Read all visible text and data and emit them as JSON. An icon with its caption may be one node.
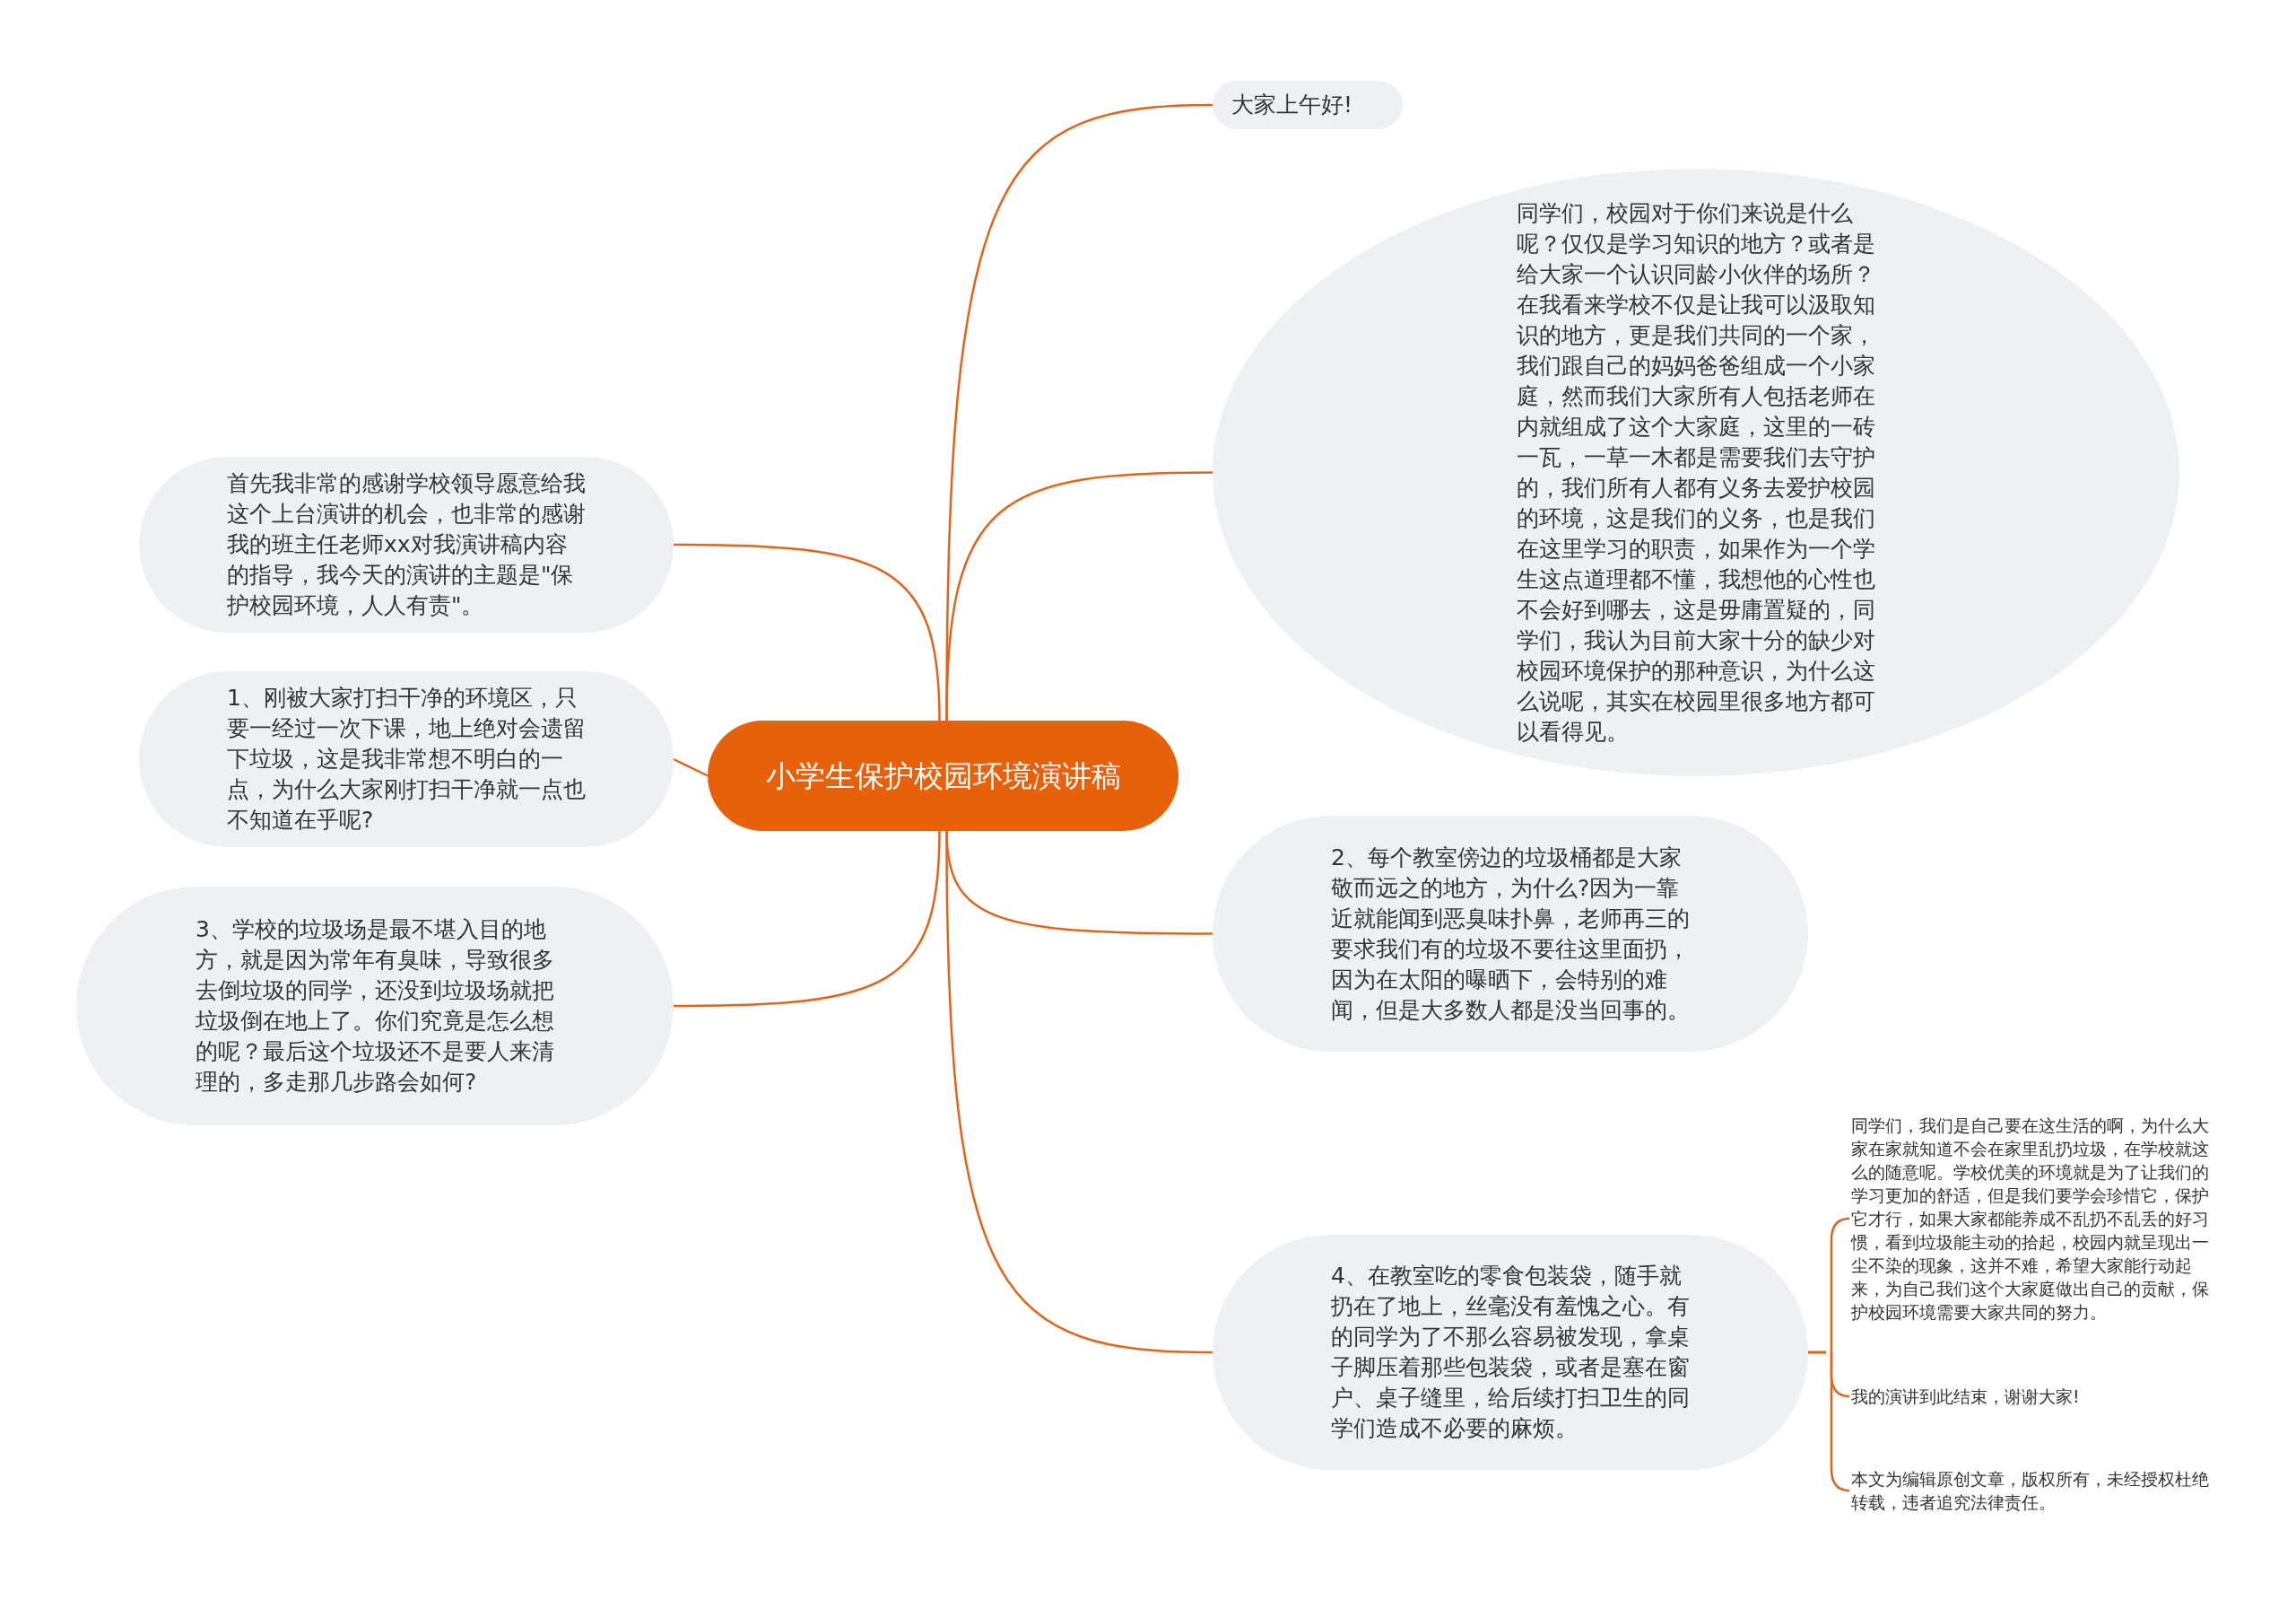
{
  "diagram": {
    "nodes": [
      {
        "text": [
          "小学生保护校园环境演讲稿"
        ]
      },
      {
        "text": [
          "大家上午好!"
        ]
      },
      {
        "text": [
          "同学们，校园对于你们来说是什么呢？仅仅是学习知识的地方？或者是给大家一个认识同龄小伙伴的场所？在我看来学校不仅是让我可以汲取知识的地方，更是我们共同的一个家，我们跟自己的妈妈爸爸组成一个小家庭，然而我们大家所有人包括老师在内就组成了这个大家庭，这里的一砖一瓦，一草一木都是需要我们去守护的，我们所有人都有义务去爱护校园的环境，这是我们的义务，也是我们在这里学习的职责，如果作为一个学生这点道理都不懂，我想他的心性也不会好到哪去，这是毋庸置疑的，同学们，我认为目前大家十分的缺少对校园环境保护的那种意识，为什么这么说呢，其实在校园里很多地方都可以看得见。"
        ]
      },
      {
        "text": [
          "首先我非常的感谢学校领导愿意给我这个上台演讲的机会，也非常的感谢我的班主任老师xx对我演讲稿内容的指导，我今天的演讲的主题是\"保护校园环境，人人有责\"。"
        ]
      },
      {
        "text": [
          "1、刚被大家打扫干净的环境区，只要一经过一次下课，地上绝对会遗留下垃圾，这是我非常想不明白的一点，为什么大家刚打扫干净就一点也不知道在乎呢?"
        ]
      },
      {
        "text": [
          "2、每个教室傍边的垃圾桶都是大家敬而远之的地方，为什么?因为一靠近就能闻到恶臭味扑鼻，老师再三的要求我们有的垃圾不要往这里面扔，因为在太阳的曝晒下，会特别的难闻，但是大多数人都是没当回事的。"
        ]
      },
      {
        "text": [
          "3、学校的垃圾场是最不堪入目的地方，就是因为常年有臭味，导致很多去倒垃圾的同学，还没到垃圾场就把垃圾倒在地上了。你们究竟是怎么想的呢？最后这个垃圾还不是要人来清理的，多走那几步路会如何?"
        ]
      },
      {
        "text": [
          "4、在教室吃的零食包装袋，随手就扔在了地上，丝毫没有羞愧之心。有的同学为了不那么容易被发现，拿桌子脚压着那些包装袋，或者是塞在窗户、桌子缝里，给后续打扫卫生的同学们造成不必要的麻烦。"
        ]
      },
      {
        "text": [
          "同学们，我们是自己要在这生活的啊，为什么大家在家就知道不会在家里乱扔垃圾，在学校就这么的随意呢。学校优美的环境就是为了让我们的学习更加的舒适，但是我们要学会珍惜它，保护它才行，如果大家都能养成不乱扔不乱丢的好习惯，看到垃圾能主动的拾起，校园内就呈现出一尘不染的现象，这并不难，希望大家能行动起来，为自己我们这个大家庭做出自己的贡献，保护校园环境需要大家共同的努力。"
        ]
      },
      {
        "text": [
          "我的演讲到此结束，谢谢大家!"
        ]
      },
      {
        "text": [
          "本文为编辑原创文章，版权所有，未经授权杜绝转载，违者追究法律责任。"
        ]
      }
    ],
    "edges": [
      {
        "from": 0,
        "to": 1,
        "arrow": "none"
      },
      {
        "from": 0,
        "to": 2,
        "arrow": "none"
      },
      {
        "from": 0,
        "to": 3,
        "arrow": "none"
      },
      {
        "from": 0,
        "to": 4,
        "arrow": "none"
      },
      {
        "from": 0,
        "to": 5,
        "arrow": "none"
      },
      {
        "from": 0,
        "to": 6,
        "arrow": "none"
      },
      {
        "from": 0,
        "to": 7,
        "arrow": "none"
      },
      {
        "from": 7,
        "to": 8,
        "arrow": "none"
      },
      {
        "from": 7,
        "to": 9,
        "arrow": "none"
      },
      {
        "from": 7,
        "to": 10,
        "arrow": "none"
      }
    ]
  }
}
